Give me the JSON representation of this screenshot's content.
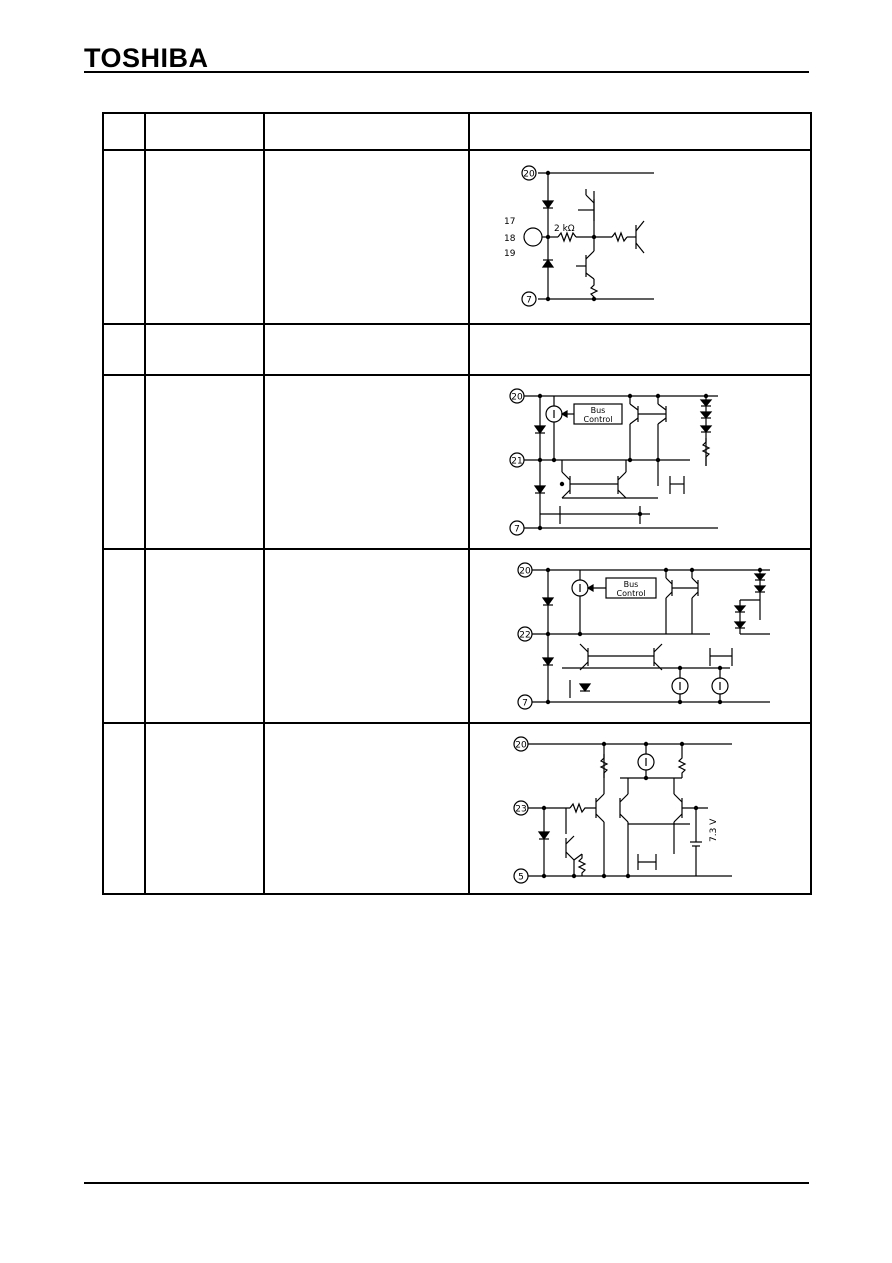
{
  "header": {
    "logo": "TOSHIBA"
  },
  "table": {
    "columns": [
      "",
      "",
      "",
      ""
    ],
    "rows": [
      {
        "pin": "",
        "name": "",
        "function": "",
        "circuit": {
          "pins": [
            "20",
            "17",
            "18",
            "19",
            "7"
          ],
          "label": "2 kΩ"
        }
      },
      {
        "pin": "",
        "name": "",
        "function": "",
        "circuit": null
      },
      {
        "pin": "",
        "name": "",
        "function": "",
        "circuit": {
          "pins": [
            "20",
            "21",
            "7"
          ],
          "label": "Bus Control"
        }
      },
      {
        "pin": "",
        "name": "",
        "function": "",
        "circuit": {
          "pins": [
            "20",
            "22",
            "7"
          ],
          "label": "Bus Control"
        }
      },
      {
        "pin": "",
        "name": "",
        "function": "",
        "circuit": {
          "pins": [
            "20",
            "23",
            "5"
          ],
          "label": "7.3 V"
        }
      }
    ]
  }
}
